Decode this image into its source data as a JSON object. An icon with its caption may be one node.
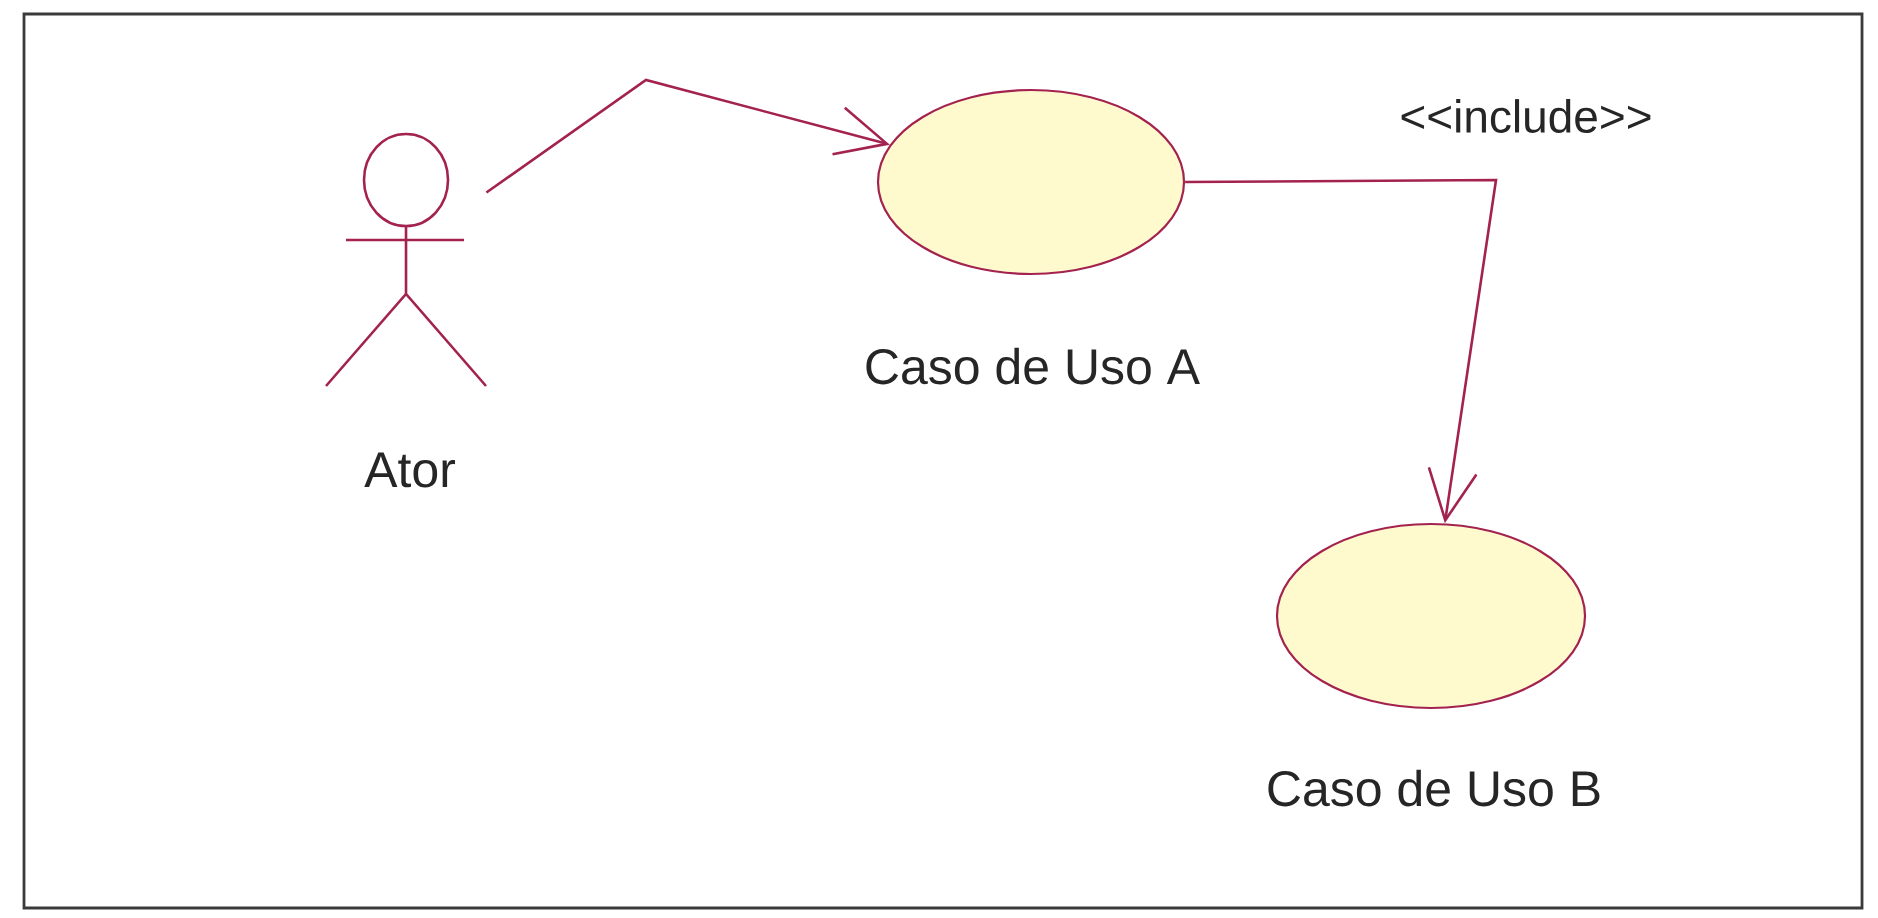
{
  "diagram": {
    "nodes": [
      {
        "text": [
          "Ator"
        ]
      },
      {
        "text": [
          "Caso de Uso A"
        ]
      },
      {
        "text": [
          "Caso de Uso B"
        ]
      }
    ],
    "edges": [
      {
        "from": 0,
        "to": 1,
        "arrow": "to"
      },
      {
        "from": 1,
        "to": 2,
        "arrow": "to",
        "label": "<<include>>"
      }
    ]
  }
}
